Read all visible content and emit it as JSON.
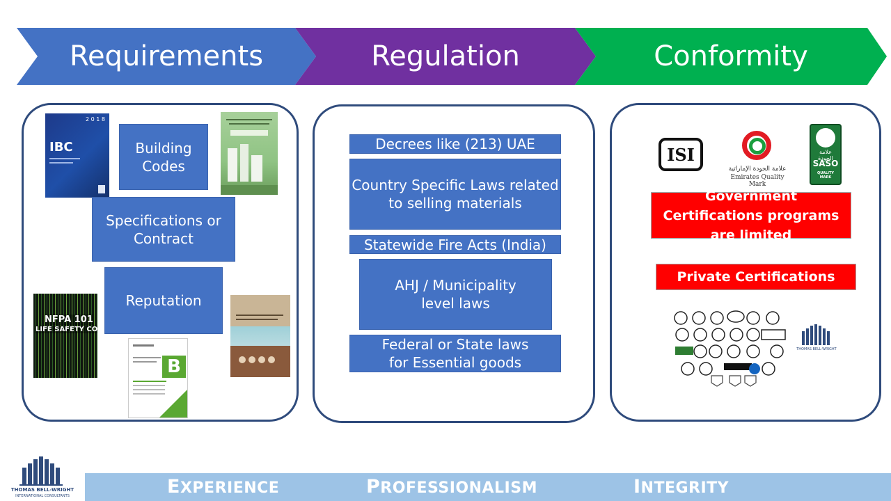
{
  "header": {
    "steps": [
      {
        "label": "Requirements",
        "color": "#4472c4"
      },
      {
        "label": "Regulation",
        "color": "#7030a0"
      },
      {
        "label": "Conformity",
        "color": "#00b050"
      }
    ]
  },
  "requirements": {
    "boxes": [
      "Building Codes",
      "Specifications or Contract",
      "Reputation"
    ],
    "images": {
      "ibc": {
        "title": "IBC",
        "year": "2 0 1 8"
      },
      "nfpa": {
        "line1": "NFPA 101",
        "line2": "LIFE SAFETY CODE"
      },
      "approved_doc": {
        "letter": "B"
      }
    }
  },
  "regulation": {
    "boxes": [
      "Decrees like (213) UAE",
      "Country Specific Laws related to selling materials",
      "Statewide Fire Acts (India)",
      "AHJ / Municipality level laws",
      "Federal or State laws for Essential goods"
    ]
  },
  "conformity": {
    "logos": {
      "isi": "ISI",
      "emirates_arabic": "علامة الجودة الإماراتية",
      "emirates": "Emirates Quality Mark",
      "saso_arabic": "علامة الجودة",
      "saso": "SASO",
      "saso_sub": "QUALITY MARK"
    },
    "red_boxes": [
      "Government Certifications programs are limited",
      "Private Certifications"
    ],
    "mini_logo_caption": "THOMAS BELL-WRIGHT"
  },
  "footer": {
    "logo_line1": "THOMAS BELL-WRIGHT",
    "logo_line2": "INTERNATIONAL CONSULTANTS",
    "motto": [
      {
        "cap": "E",
        "rest": "XPERIENCE"
      },
      {
        "cap": "P",
        "rest": "ROFESSIONALISM"
      },
      {
        "cap": "I",
        "rest": "NTEGRITY"
      }
    ],
    "bar_color": "#9dc3e6"
  }
}
